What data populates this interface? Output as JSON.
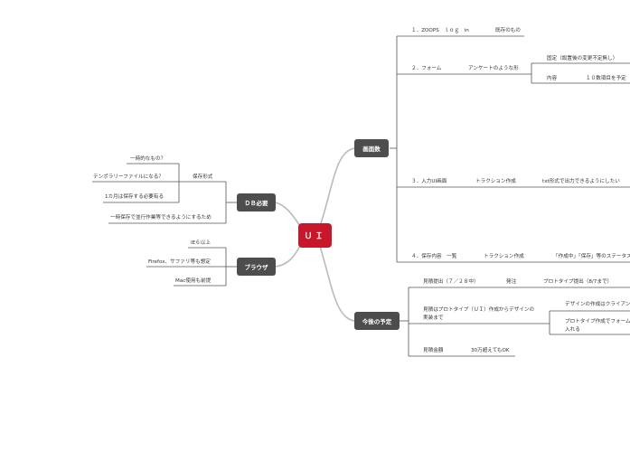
{
  "root": {
    "label": "ＵＩ"
  },
  "branches": {
    "screens": {
      "label": "画面数",
      "items": {
        "item1": {
          "label": "１．ZOOPS　ｌｏｇ　in",
          "note": "既存のもの"
        },
        "item2": {
          "label": "２．フォーム",
          "sub": "アンケートのような形",
          "leaves": {
            "a": "固定（設置後の変更不定無し）",
            "b_label": "内容",
            "b_value": "１０数項目を予定"
          }
        },
        "item3": {
          "label": "３．入力UI画面",
          "sub": "トラクション作成",
          "note": "txt形式で出力できるようにしたい"
        },
        "item4": {
          "label": "４．保存内容　一覧",
          "sub": "トラクション作成",
          "note": "「作成中」「保存」等のステータス"
        }
      }
    },
    "plan": {
      "label": "今後の予定",
      "items": {
        "item1": {
          "label": "見積提出（７／２８中）",
          "sub": "発注",
          "note": "プロトタイプ提出（8/7まで）"
        },
        "item2": {
          "label_line1": "見積はプロトタイプ（ＵＩ）作成からデザインの",
          "label_line2": "実装まで",
          "leaves": {
            "a": "デザインの作成はクライアン",
            "b_line1": "プロトタイプ作成でフォーム",
            "b_line2": "入れる"
          }
        },
        "item3": {
          "label": "見積金額",
          "note": "30万超えてもOK"
        }
      }
    },
    "db": {
      "label": "ＤＢ必要",
      "sub": "保存形式",
      "leaves": {
        "a": "一時的なもの？",
        "b": "テンポラリーファイルになる？",
        "c": "1カ月は保存する必要有る",
        "d": "一時保存で並行作業等できるようにするため"
      }
    },
    "browser": {
      "label": "ブラウザ",
      "leaves": {
        "a": "IE６以上",
        "b": "Firefox、サファリ等も想定",
        "c": "Mac使用も前提"
      }
    }
  }
}
